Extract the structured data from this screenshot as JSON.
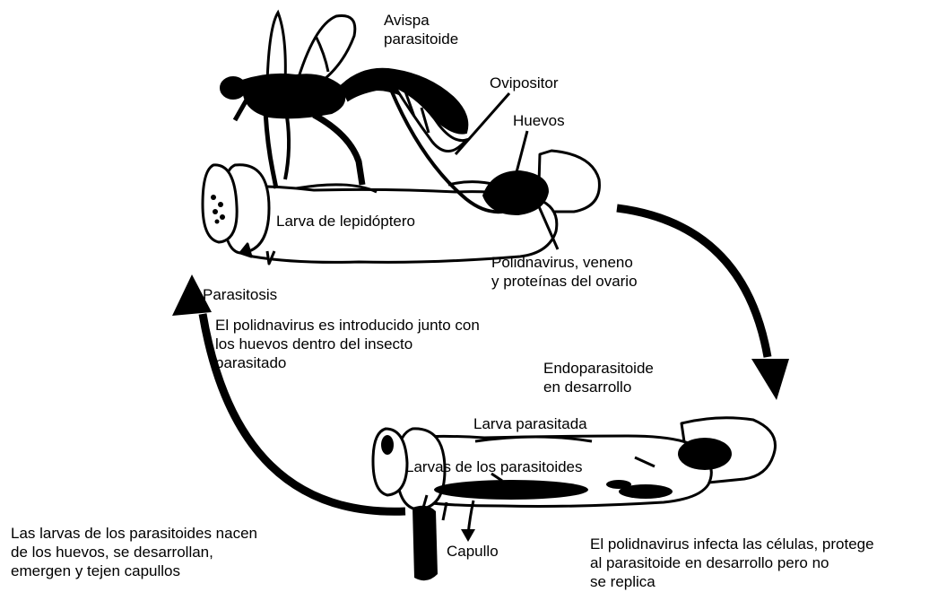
{
  "labels": {
    "wasp": "Avispa\nparasitoide",
    "ovipositor": "Ovipositor",
    "eggs": "Huevos",
    "host_larva": "Larva de lepidóptero",
    "polydnavirus": "Polidnavirus, veneno\ny proteínas del ovario",
    "parasitism": "Parasitosis",
    "injection": "El polidnavirus es introducido junto con\nlos huevos dentro del insecto\nparasitado",
    "developing": "Endoparasitoide\nen desarrollo",
    "parasitized_larva": "Larva parasitada",
    "parasitoid_larvae": "Larvas de los parasitoides",
    "cocoon": "Capullo",
    "emergence": "Las larvas de los parasitoides nacen\nde los huevos, se desarrollan,\nemergen y tejen capullos",
    "infection": "El polidnavirus infecta las células, protege\nal parasitoide en desarrollo pero no\nse replica"
  },
  "colors": {
    "ink": "#000000",
    "paper": "#ffffff"
  }
}
